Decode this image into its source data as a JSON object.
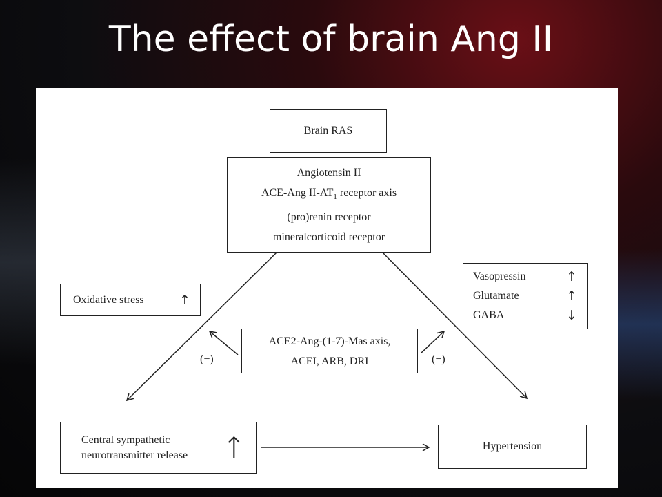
{
  "slide": {
    "title": "The effect of brain Ang II"
  },
  "diagram": {
    "brain_ras": "Brain RAS",
    "ang_box": {
      "line1": "Angiotensin II",
      "line2_prefix": "ACE-Ang II-AT",
      "line2_sub": "1",
      "line2_suffix": " receptor axis",
      "line3": "(pro)renin receptor",
      "line4": "mineralcorticoid receptor"
    },
    "oxidative_stress": {
      "label": "Oxidative stress",
      "arrow": "↑"
    },
    "neuro_box": {
      "items": [
        {
          "label": "Vasopressin",
          "arrow": "↑"
        },
        {
          "label": "Glutamate",
          "arrow": "↑"
        },
        {
          "label": "GABA",
          "arrow": "↓"
        }
      ]
    },
    "ace2_box": {
      "line1": "ACE2-Ang-(1-7)-Mas axis,",
      "line2": "ACEI, ARB, DRI"
    },
    "inhibit_left": "(−)",
    "inhibit_right": "(−)",
    "sympathetic": {
      "line1": "Central sympathetic",
      "line2": "neurotransmitter release",
      "arrow": "↑"
    },
    "hypertension": "Hypertension"
  }
}
